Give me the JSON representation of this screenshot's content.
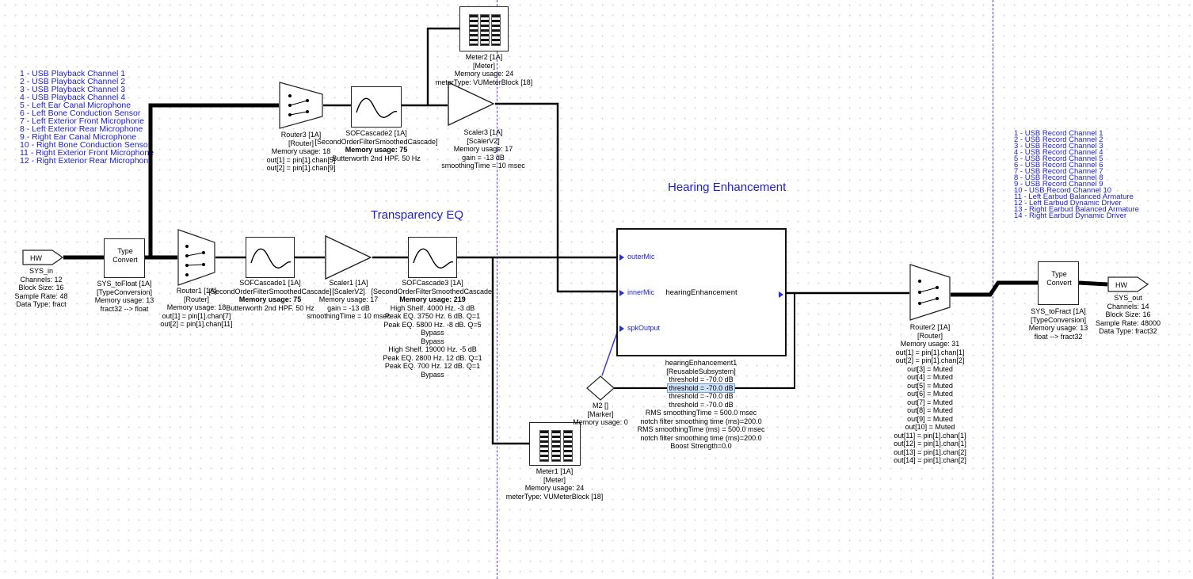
{
  "colors": {
    "annotation_blue": "#2121cd",
    "heading_blue": "#2020cc",
    "wire_black": "#000000",
    "marker_wire_blue": "#3a3ad0",
    "page_break_blue": "#4646d2"
  },
  "headings": {
    "transparency_eq": "Transparency EQ",
    "hearing_enhancement": "Hearing Enhancement"
  },
  "annotations": {
    "input_channels": [
      "1 - USB Playback Channel 1",
      "2 - USB Playback Channel 2",
      "3 - USB Playback Channel 3",
      "4 - USB Playback Channel 4",
      "5 - Left Ear Canal Microphone",
      "6 - Left Bone Conduction Sensor",
      "7 - Left Exterior Front Microphone",
      "8 - Left Exterior Rear Microphone",
      "9 - Right Ear Canal Microphone",
      "10 - Right Bone Conduction Sensor",
      "11 - Right Exterior Front Microphone",
      "12 - Right Exterior Rear Microphone"
    ],
    "output_channels": [
      "1 - USB Record Channel 1",
      "2 - USB Record Channel 2",
      "3 - USB Record Channel 3",
      "4 - USB Record Channel 4",
      "5 - USB Record Channel 5",
      "6 - USB Record Channel 6",
      "7 - USB Record Channel 7",
      "8 - USB Record Channel 8",
      "9 - USB Record Channel 9",
      "10 - USB Record Channel 10",
      "11 - Left Earbud Balanced Armature",
      "12 - Left Earbud Dynamic Driver",
      "13 - Right Earbud Balanced Armature",
      "14 - Right Earbud Dynamic Driver"
    ]
  },
  "icons": {
    "filter": "filter-curve-icon",
    "scaler": "amplifier-triangle-icon",
    "router": "router-fanout-icon",
    "meter": "vu-meter-bars-icon",
    "hw": "hardware-arrow-icon",
    "marker": "marker-diamond-icon"
  },
  "blocks": {
    "sys_in": {
      "label": "HW",
      "caption": [
        "SYS_in",
        "Channels: 12",
        "Block Size: 16",
        "Sample Rate: 48",
        "Data Type: fract"
      ]
    },
    "sys_to_float": {
      "label": "Type Convert",
      "caption": [
        "SYS_toFloat [1A]",
        "[TypeConversion]",
        "Memory usage: 13",
        "fract32 --> float"
      ]
    },
    "router1": {
      "caption": [
        "Router1 [1A]",
        "[Router]",
        "Memory usage: 18",
        "out[1] = pin[1].chan[7]",
        "out[2] = pin[1].chan[11]"
      ]
    },
    "sof_cascade1": {
      "caption": [
        "SOFCascade1 [1A]",
        "[SecondOrderFilterSmoothedCascade]",
        "Memory usage: 75",
        "Butterworth 2nd HPF. 50 Hz"
      ]
    },
    "scaler1": {
      "caption": [
        "Scaler1 [1A]",
        "[ScalerV2]",
        "Memory usage: 17",
        "gain = -13 dB",
        "smoothingTime = 10 msec"
      ]
    },
    "sof_cascade3": {
      "caption": [
        "SOFCascade3 [1A]",
        "[SecondOrderFilterSmoothedCascade]",
        "Memory usage: 219",
        "High Shelf. 4000 Hz. -3 dB",
        "Peak EQ. 3750 Hz. 6 dB. Q=1",
        "Peak EQ. 5800 Hz. -8 dB. Q=5",
        "Bypass",
        "Bypass",
        "High Shelf. 19000 Hz. -5 dB",
        "Peak EQ. 2800 Hz. 12 dB. Q=1",
        "Peak EQ. 700 Hz. 12 dB. Q=1",
        "Bypass"
      ]
    },
    "router3": {
      "caption": [
        "Router3 [1A]",
        "[Router]",
        "Memory usage: 18",
        "out[1] = pin[1].chan[5]",
        "out[2] = pin[1].chan[9]"
      ]
    },
    "sof_cascade2": {
      "caption": [
        "SOFCascade2 [1A]",
        "[SecondOrderFilterSmoothedCascade]",
        "Memory usage: 75",
        "Butterworth 2nd HPF. 50 Hz"
      ]
    },
    "scaler3": {
      "caption": [
        "Scaler3 [1A]",
        "[ScalerV2]",
        "Memory usage: 17",
        "gain = -13 dB",
        "smoothingTime = 10 msec"
      ]
    },
    "meter2": {
      "caption": [
        "Meter2 [1A]",
        "[Meter]",
        "Memory usage: 24",
        "meterType: VUMeterBlock [18]"
      ]
    },
    "meter1": {
      "caption": [
        "Meter1 [1A]",
        "[Meter]",
        "Memory usage: 24",
        "meterType: VUMeterBlock [18]"
      ]
    },
    "hearing_enhancement": {
      "title": "hearingEnhancement",
      "ports": [
        "outerMic",
        "innerMic",
        "spkOutput"
      ],
      "caption": [
        "hearingEnhancement1",
        "[ReusableSubsystem]",
        "threshold = -70.0 dB",
        "threshold = -70.0 dB",
        "threshold = -70.0 dB",
        "threshold = -70.0 dB",
        "RMS smoothingTime = 500.0 msec",
        "notch filter smoothing time (ms)=200.0",
        "RMS smoothingTime (ms) = 500.0 msec",
        "notch filter smoothing time (ms)=200.0",
        "Boost Strength=0.0"
      ]
    },
    "m2": {
      "caption": [
        "M2 []",
        "[Marker]",
        "Memory usage: 0"
      ]
    },
    "router2": {
      "caption": [
        "Router2 [1A]",
        "[Router]",
        "Memory usage: 31",
        "out[1] = pin[1].chan[1]",
        "out[2] = pin[1].chan[2]",
        "out[3] = Muted",
        "out[4] = Muted",
        "out[5] = Muted",
        "out[6] = Muted",
        "out[7] = Muted",
        "out[8] = Muted",
        "out[9] = Muted",
        "out[10] = Muted",
        "out[11] = pin[1].chan[1]",
        "out[12] = pin[1].chan[1]",
        "out[13] = pin[1].chan[2]",
        "out[14] = pin[1].chan[2]"
      ]
    },
    "sys_to_fract": {
      "label": "Type Convert",
      "caption": [
        "SYS_toFract [1A]",
        "[TypeConversion]",
        "Memory usage: 13",
        "float --> fract32"
      ]
    },
    "sys_out": {
      "label": "HW",
      "caption": [
        "SYS_out",
        "Channels: 14",
        "Block Size: 16",
        "Sample Rate: 48000",
        "Data Type: fract32"
      ]
    }
  }
}
